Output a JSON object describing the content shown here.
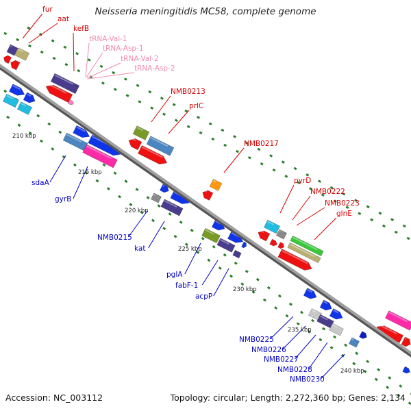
{
  "title": "Neisseria meningitidis MC58, complete genome",
  "accession": "Accession: NC_003112",
  "topology": "Topology: circular; Length: 2,272,360 bp; Genes: 2,134",
  "scale_labels": [
    "210 kbp",
    "215 kbp",
    "220 kbp",
    "225 kbp",
    "230 kbp",
    "235 kbp",
    "240 kbp"
  ],
  "colors": {
    "red_label": "#d40000",
    "pink_label": "#f08ab0",
    "blue_label": "#0000c8",
    "track_line": "#888888",
    "dash": "#2a7d2a"
  },
  "labels_top": [
    {
      "text": "fur",
      "color": "red"
    },
    {
      "text": "aat",
      "color": "red"
    },
    {
      "text": "kefB",
      "color": "red"
    },
    {
      "text": "tRNA-Val-1",
      "color": "pink"
    },
    {
      "text": "tRNA-Asp-1",
      "color": "pink"
    },
    {
      "text": "tRNA-Val-2",
      "color": "pink"
    },
    {
      "text": "tRNA-Asp-2",
      "color": "pink"
    },
    {
      "text": "NMB0213",
      "color": "red"
    },
    {
      "text": "prlC",
      "color": "red"
    },
    {
      "text": "NMB0217",
      "color": "red"
    },
    {
      "text": "pyrD",
      "color": "red"
    },
    {
      "text": "NMB0222",
      "color": "red"
    },
    {
      "text": "NMB0223",
      "color": "red"
    },
    {
      "text": "glnE",
      "color": "red"
    }
  ],
  "labels_bottom": [
    {
      "text": "sdaA"
    },
    {
      "text": "gyrB"
    },
    {
      "text": "NMB0215"
    },
    {
      "text": "kat"
    },
    {
      "text": "pglA"
    },
    {
      "text": "fabF-1"
    },
    {
      "text": "acpP"
    },
    {
      "text": "NMB0225"
    },
    {
      "text": "NMB0226"
    },
    {
      "text": "NMB0227"
    },
    {
      "text": "NMB0228"
    },
    {
      "text": "NMB0230"
    }
  ]
}
